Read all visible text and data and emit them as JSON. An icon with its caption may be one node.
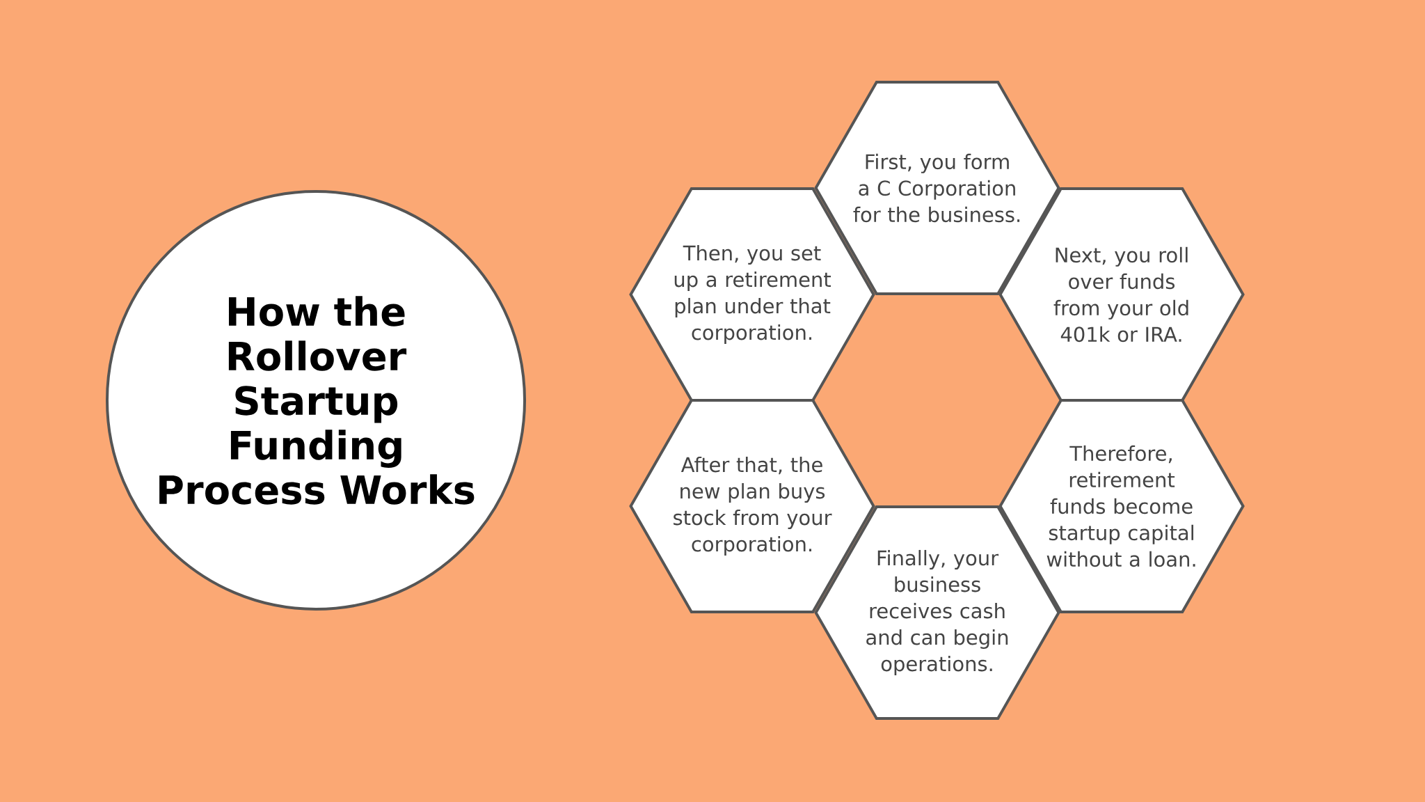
{
  "diagram": {
    "nodes": [
      {
        "text": [
          "How the Rollover Startup Funding Process Works"
        ]
      },
      {
        "text": [
          "First, you form a C Corporation for the business."
        ]
      },
      {
        "text": [
          "Then, you set up a retirement plan under that corporation."
        ]
      },
      {
        "text": [
          "Next, you roll over funds from your old 401k or IRA."
        ]
      },
      {
        "text": [
          "After that, the new plan buys stock from your corporation."
        ]
      },
      {
        "text": [
          "Therefore, retirement funds become startup capital without a loan."
        ]
      },
      {
        "text": [
          "Finally, your business receives cash and can begin operations."
        ]
      }
    ]
  }
}
